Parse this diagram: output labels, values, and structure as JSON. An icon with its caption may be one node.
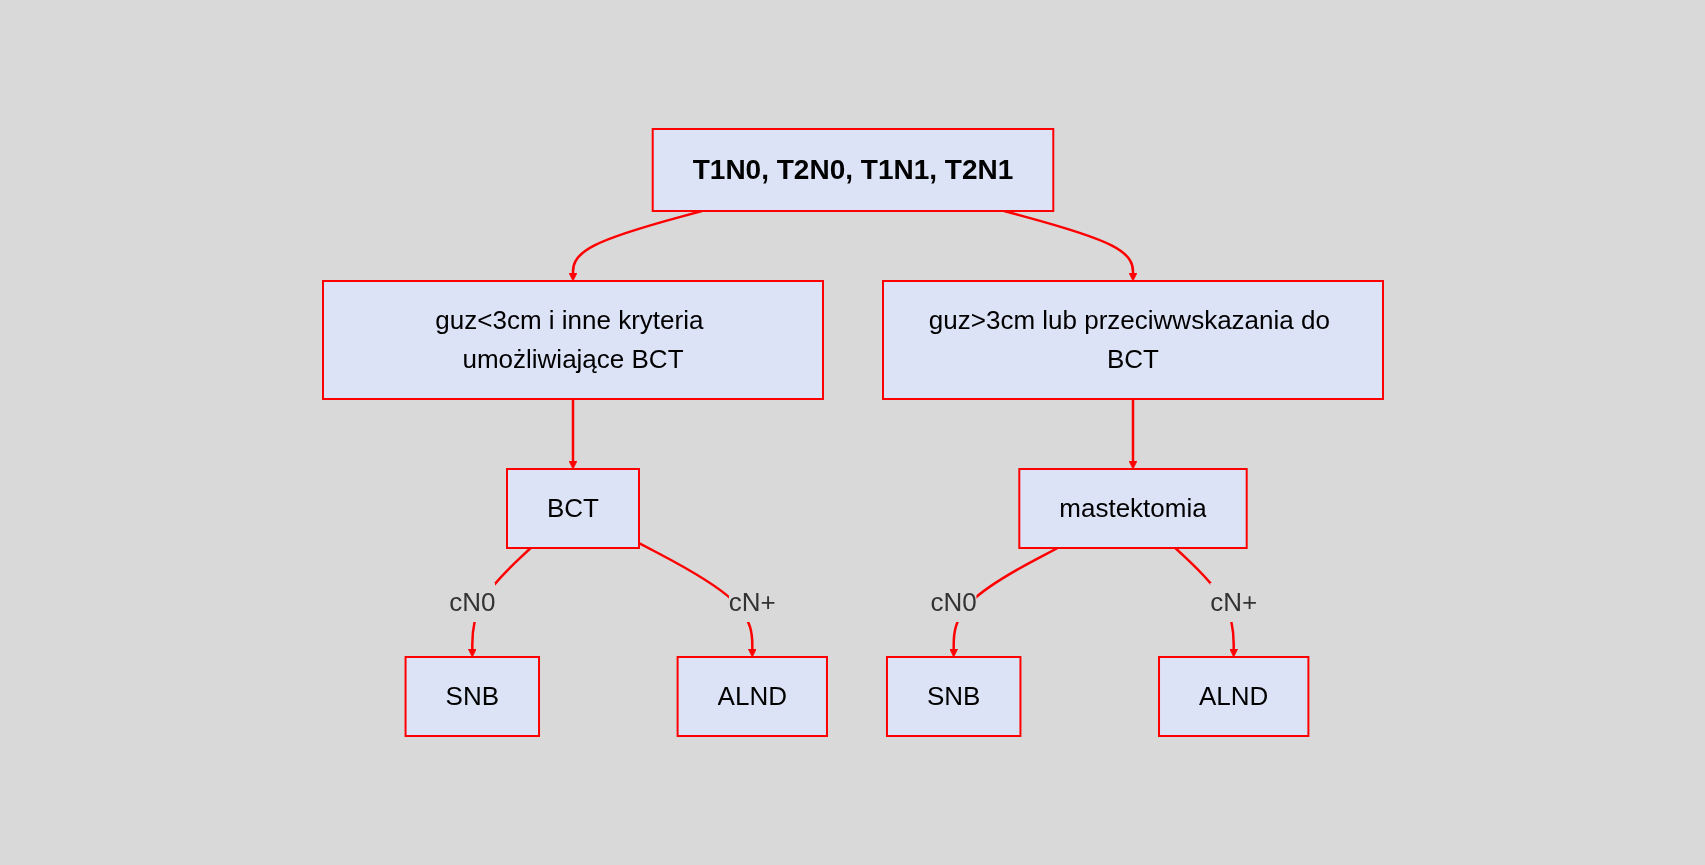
{
  "diagram": {
    "nodes": [
      {
        "text": [
          "T1N0, T2N0, T1N1, T2N1"
        ]
      },
      {
        "text": [
          "guz<3cm i inne kryteria umożliwiające BCT"
        ]
      },
      {
        "text": [
          "guz>3cm lub przeciwwskazania do BCT"
        ]
      },
      {
        "text": [
          "BCT"
        ]
      },
      {
        "text": [
          "mastektomia"
        ]
      },
      {
        "text": [
          "SNB"
        ]
      },
      {
        "text": [
          "ALND"
        ]
      },
      {
        "text": [
          "SNB"
        ]
      },
      {
        "text": [
          "ALND"
        ]
      }
    ],
    "edges": [
      {
        "from": 0,
        "to": 1,
        "arrow": "to"
      },
      {
        "from": 0,
        "to": 2,
        "arrow": "to"
      },
      {
        "from": 1,
        "to": 3,
        "arrow": "to"
      },
      {
        "from": 2,
        "to": 4,
        "arrow": "to"
      },
      {
        "from": 3,
        "to": 5,
        "arrow": "to",
        "label": "cN0"
      },
      {
        "from": 3,
        "to": 6,
        "arrow": "to",
        "label": "cN+"
      },
      {
        "from": 4,
        "to": 7,
        "arrow": "to",
        "label": "cN0"
      },
      {
        "from": 4,
        "to": 8,
        "arrow": "to",
        "label": "cN+"
      }
    ]
  }
}
